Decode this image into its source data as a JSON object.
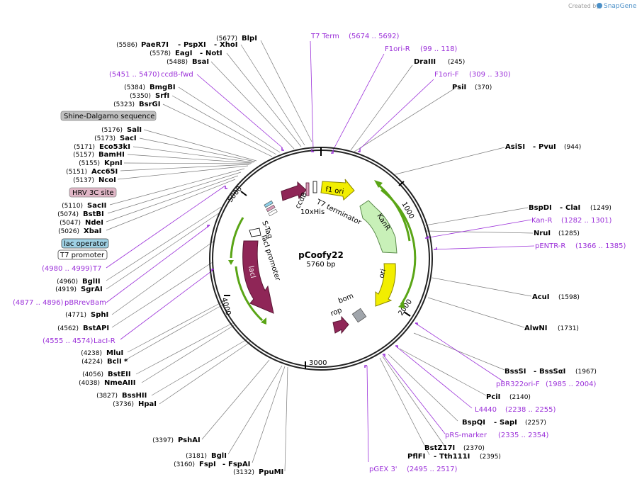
{
  "credit": {
    "prefix": "Created by",
    "brand": "SnapGene"
  },
  "plasmid": {
    "name": "pCoofy22",
    "size": "5760 bp"
  },
  "ticks": [
    "1000",
    "2000",
    "3000",
    "4000",
    "5000"
  ],
  "colors": {
    "magenta": "#8f2657",
    "yellow": "#f2ee00",
    "kanr": "#c8f0b8",
    "primer": "#9b30d9",
    "line": "#7a7a7a",
    "green": "#5aa516"
  },
  "features": [
    "ccdB",
    "10xHis",
    "T7 terminator",
    "f1 ori",
    "KanR",
    "ori",
    "bom",
    "rop",
    "lacI",
    "lacI promoter",
    "S-Tag"
  ],
  "boxed": [
    "Shine-Dalgarno sequence",
    "HRV 3C site",
    "lac operator",
    "T7 promoter"
  ],
  "enzymes_left": [
    {
      "pos": "(5677)",
      "name": "BlpI"
    },
    {
      "pos": "(5586)",
      "name": "PaeR7I",
      "name2": "PspXI",
      "name3": "XhoI"
    },
    {
      "pos": "(5578)",
      "name": "EagI",
      "name2": "NotI"
    },
    {
      "pos": "(5488)",
      "name": "BsaI"
    },
    {
      "pos": "(5384)",
      "name": "BmgBI"
    },
    {
      "pos": "(5350)",
      "name": "SrfI"
    },
    {
      "pos": "(5323)",
      "name": "BsrGI"
    },
    {
      "pos": "(5176)",
      "name": "SalI"
    },
    {
      "pos": "(5173)",
      "name": "SacI"
    },
    {
      "pos": "(5171)",
      "name": "Eco53kI"
    },
    {
      "pos": "(5157)",
      "name": "BamHI"
    },
    {
      "pos": "(5155)",
      "name": "KpnI"
    },
    {
      "pos": "(5151)",
      "name": "Acc65I"
    },
    {
      "pos": "(5137)",
      "name": "NcoI"
    },
    {
      "pos": "(5110)",
      "name": "SacII"
    },
    {
      "pos": "(5074)",
      "name": "BstBI"
    },
    {
      "pos": "(5047)",
      "name": "NdeI"
    },
    {
      "pos": "(5026)",
      "name": "XbaI"
    },
    {
      "pos": "(4960)",
      "name": "BglII"
    },
    {
      "pos": "(4919)",
      "name": "SgrAI"
    },
    {
      "pos": "(4771)",
      "name": "SphI"
    },
    {
      "pos": "(4562)",
      "name": "BstAPI"
    },
    {
      "pos": "(4238)",
      "name": "MluI"
    },
    {
      "pos": "(4224)",
      "name": "BclI *"
    },
    {
      "pos": "(4056)",
      "name": "BstEII"
    },
    {
      "pos": "(4038)",
      "name": "NmeAIII"
    },
    {
      "pos": "(3827)",
      "name": "BssHII"
    },
    {
      "pos": "(3736)",
      "name": "HpaI"
    },
    {
      "pos": "(3397)",
      "name": "PshAI"
    },
    {
      "pos": "(3181)",
      "name": "BglI"
    },
    {
      "pos": "(3160)",
      "name": "FspI",
      "name2": "FspAI"
    },
    {
      "pos": "(3132)",
      "name": "PpuMI"
    }
  ],
  "primers_left": [
    {
      "range": "(5451 .. 5470)",
      "name": "ccdB-fwd"
    },
    {
      "range": "(4980 .. 4999)",
      "name": "T7"
    },
    {
      "range": "(4877 .. 4896)",
      "name": "pBRrevBam"
    },
    {
      "range": "(4555 .. 4574)",
      "name": "LacI-R"
    }
  ],
  "enzymes_right": [
    {
      "name": "DraIII",
      "pos": "(245)"
    },
    {
      "name": "PsiI",
      "pos": "(370)"
    },
    {
      "name": "AsiSI",
      "name2": "PvuI",
      "pos": "(944)"
    },
    {
      "name": "BspDI",
      "name2": "ClaI",
      "pos": "(1249)"
    },
    {
      "name": "NruI",
      "pos": "(1285)"
    },
    {
      "name": "AcuI",
      "pos": "(1598)"
    },
    {
      "name": "AlwNI",
      "pos": "(1731)"
    },
    {
      "name": "BssSI",
      "name2": "BssSαI",
      "pos": "(1967)"
    },
    {
      "name": "PciI",
      "pos": "(2140)"
    },
    {
      "name": "BspQI",
      "name2": "SapI",
      "pos": "(2257)"
    },
    {
      "name": "BstZ17I",
      "pos": "(2370)"
    },
    {
      "name": "PflFI",
      "name2": "Tth111I",
      "pos": "(2395)"
    }
  ],
  "primers_right": [
    {
      "name": "T7 Term",
      "range": "(5674 .. 5692)"
    },
    {
      "name": "F1ori-R",
      "range": "(99 .. 118)"
    },
    {
      "name": "F1ori-F",
      "range": "(309 .. 330)"
    },
    {
      "name": "Kan-R",
      "range": "(1282 .. 1301)"
    },
    {
      "name": "pENTR-R",
      "range": "(1366 .. 1385)"
    },
    {
      "name": "pBR322ori-F",
      "range": "(1985 .. 2004)"
    },
    {
      "name": "L4440",
      "range": "(2238 .. 2255)"
    },
    {
      "name": "pRS-marker",
      "range": "(2335 .. 2354)"
    },
    {
      "name": "pGEX 3'",
      "range": "(2495 .. 2517)"
    }
  ]
}
